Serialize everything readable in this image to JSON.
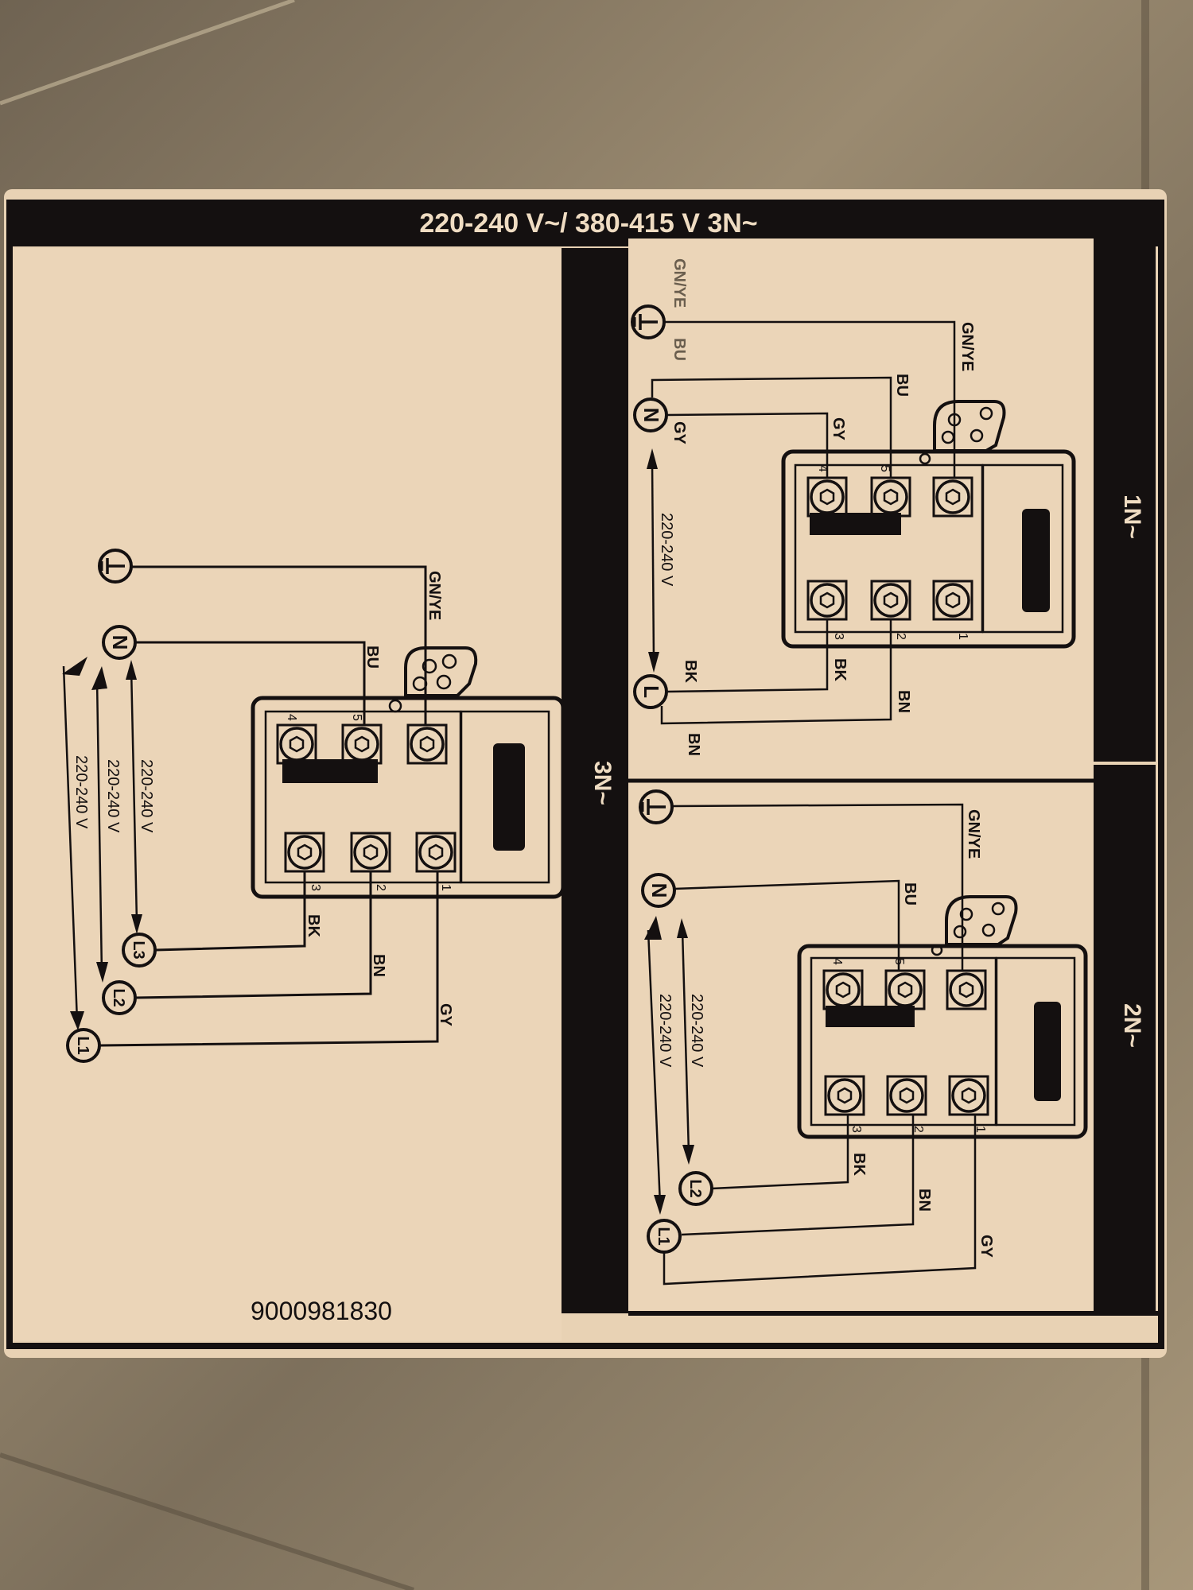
{
  "label": {
    "title": "220-240 V~/ 380-415 V 3N~",
    "part_number": "9000981830",
    "colors": {
      "paper": "#e9d3b6",
      "ink": "#141010",
      "banner_text": "#efdcc2",
      "background_metal": "#8a7a62"
    }
  },
  "panels": [
    {
      "id": "3N",
      "mode_label": "3N~",
      "earth_wire": "GN/YE",
      "neutral_wire": "BU",
      "terminals": {
        "upper": [
          "4",
          "5",
          "earth"
        ],
        "lower": [
          "3",
          "2",
          "1"
        ]
      },
      "wires": [
        {
          "terminal": "3",
          "color": "BK",
          "phase": "L3"
        },
        {
          "terminal": "2",
          "color": "BN",
          "phase": "L2"
        },
        {
          "terminal": "1",
          "color": "GY",
          "phase": "L1"
        }
      ],
      "voltages": [
        "220-240 V",
        "220-240 V",
        "220-240 V"
      ],
      "symbols": [
        "earth",
        "N",
        "L3",
        "L2",
        "L1"
      ],
      "symbol_labels": {
        "N": "N",
        "L3": "L3",
        "L2": "L2",
        "L1": "L1"
      }
    },
    {
      "id": "1N",
      "mode_label": "1N~",
      "earth_wire": "GN/YE",
      "earth_wire_outer": "GN/YE",
      "neutral_wire": "BU",
      "neutral_wire_outer": "BU",
      "bridge_wire": "GY",
      "bridge_wire_outer": "GY",
      "terminals": {
        "upper": [
          "4",
          "5",
          "earth"
        ],
        "lower": [
          "3",
          "2",
          "1"
        ]
      },
      "wires": [
        {
          "terminal": "3",
          "color": "BK",
          "phase": "L"
        },
        {
          "terminal": "2",
          "color": "BN",
          "phase": "L"
        }
      ],
      "outer_labels": {
        "bk": "BK",
        "bn": "BN"
      },
      "voltages": [
        "220-240 V"
      ],
      "symbols": [
        "earth",
        "N",
        "L"
      ],
      "symbol_labels": {
        "N": "N",
        "L": "L"
      }
    },
    {
      "id": "2N",
      "mode_label": "2N~",
      "earth_wire": "GN/YE",
      "neutral_wire": "BU",
      "terminals": {
        "upper": [
          "4",
          "5",
          "earth"
        ],
        "lower": [
          "3",
          "2",
          "1"
        ]
      },
      "wires": [
        {
          "terminal": "3",
          "color": "BK",
          "phase": "L2"
        },
        {
          "terminal": "2",
          "color": "BN",
          "phase": "L1"
        },
        {
          "terminal": "1",
          "color": "GY",
          "phase": "L1"
        }
      ],
      "voltages": [
        "220-240 V",
        "220-240 V"
      ],
      "symbols": [
        "earth",
        "N",
        "L2",
        "L1"
      ],
      "symbol_labels": {
        "N": "N",
        "L2": "L2",
        "L1": "L1"
      }
    }
  ]
}
